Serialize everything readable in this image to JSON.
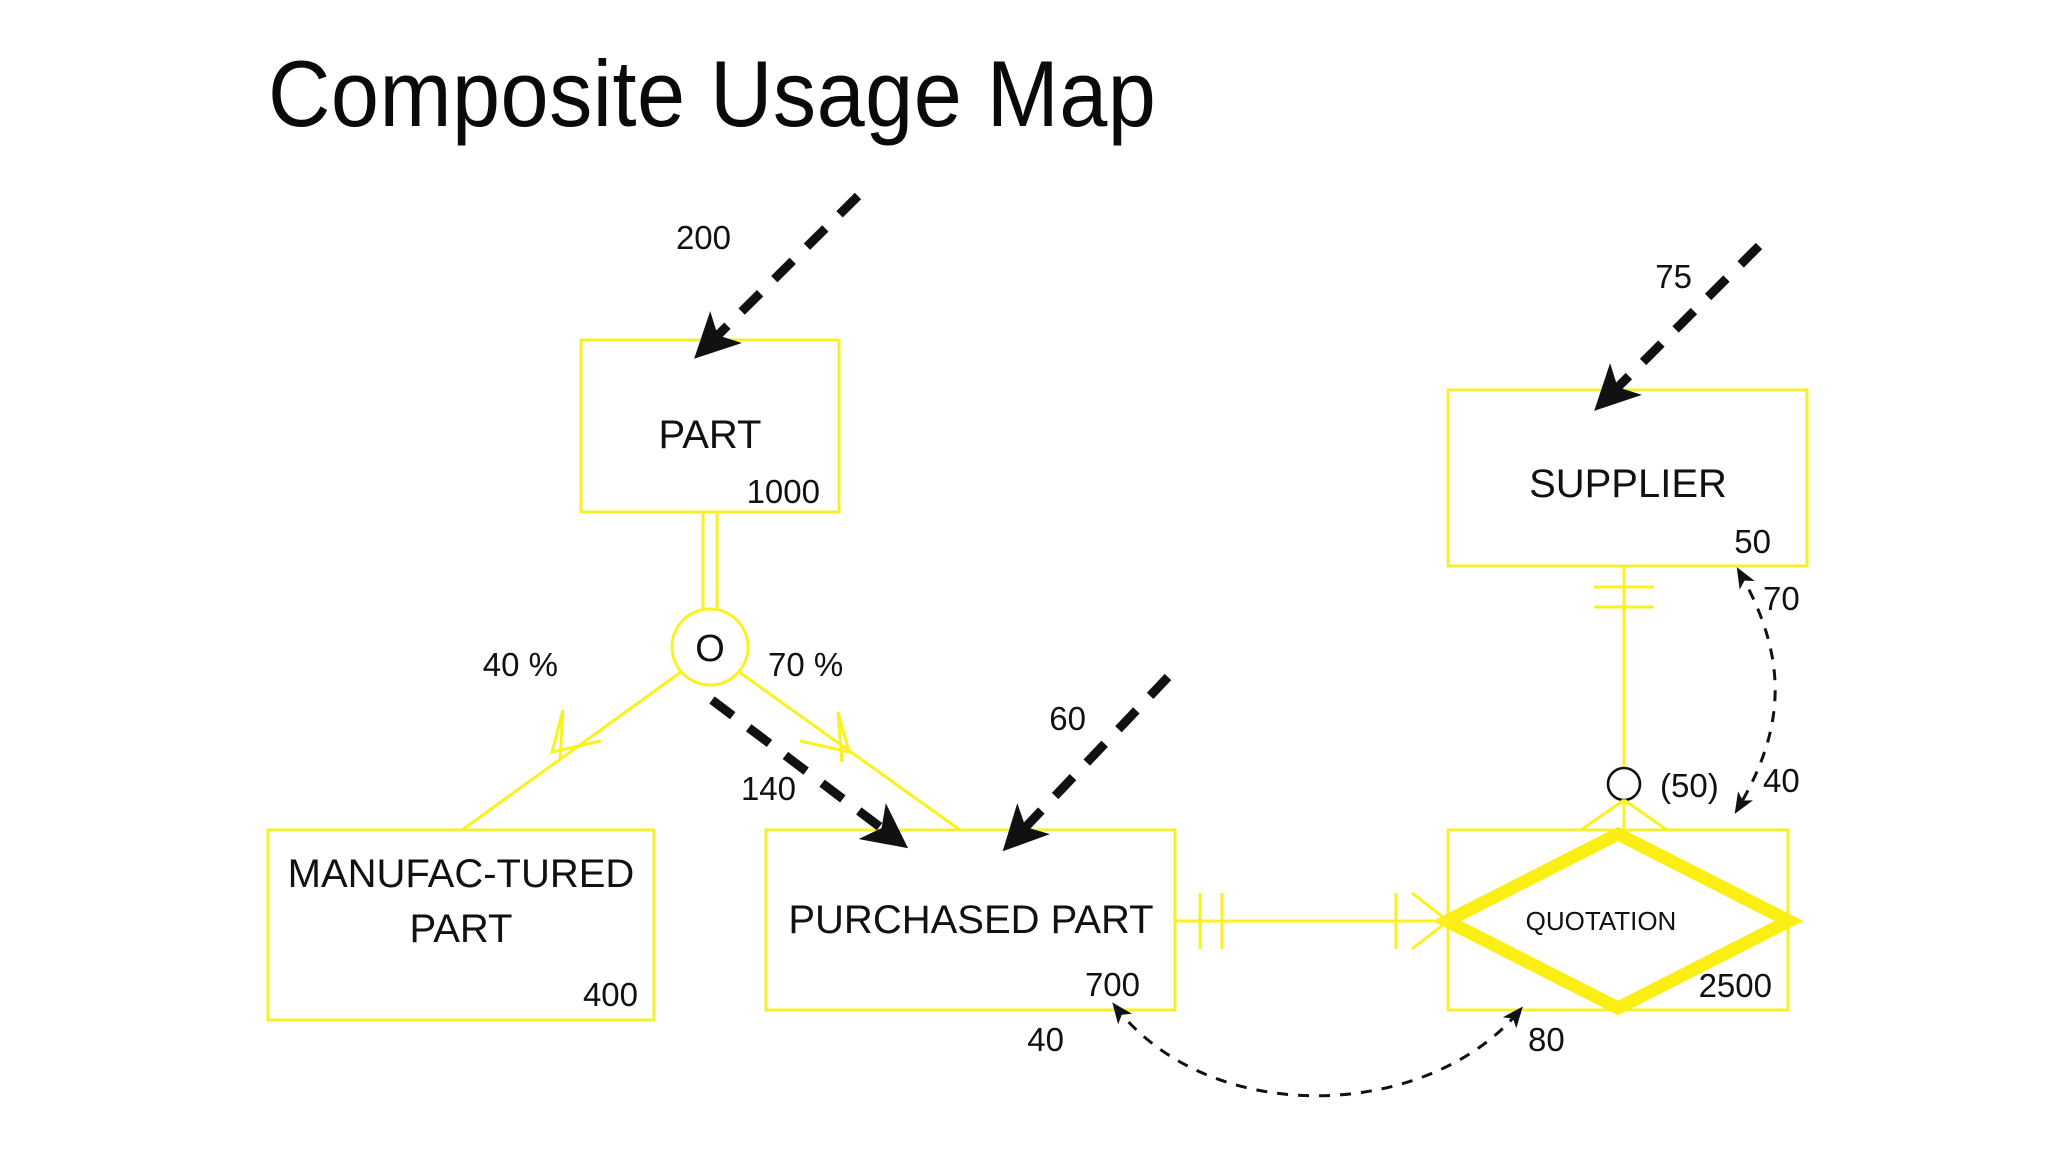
{
  "page": {
    "title": "Composite Usage Map",
    "background": "#ffffff",
    "entity_stroke": "#f5f02a",
    "relationship_stroke": "#fbee12",
    "annotation_color": "#111111"
  },
  "entities": [
    {
      "id": "part",
      "name": "PART",
      "count": "1000"
    },
    {
      "id": "manufactured",
      "name_line1": "MANUFAC-TURED",
      "name_line2": "PART",
      "count": "400"
    },
    {
      "id": "purchased",
      "name": "PURCHASED PART",
      "count": "700"
    },
    {
      "id": "supplier",
      "name": "SUPPLIER",
      "count": "50"
    }
  ],
  "relationships": [
    {
      "id": "quotation",
      "name": "QUOTATION",
      "count": "2500"
    }
  ],
  "subtype_symbol": {
    "letter": "O",
    "left_percent": "40 %",
    "right_percent": "70 %"
  },
  "connector_labels": {
    "supplier_quotation_optional": "(50)"
  },
  "usage_paths": [
    {
      "id": "to-part",
      "label": "200",
      "style": "thick-dashed",
      "target": "PART"
    },
    {
      "id": "to-purchased-140",
      "label": "140",
      "style": "thick-dashed",
      "target": "PURCHASED PART"
    },
    {
      "id": "to-purchased-60",
      "label": "60",
      "style": "thick-dashed",
      "target": "PURCHASED PART"
    },
    {
      "id": "to-supplier-75",
      "label": "75",
      "style": "thick-dashed",
      "target": "SUPPLIER"
    },
    {
      "id": "supplier-quotation-up",
      "label": "70",
      "style": "thin-dashed",
      "target": "SUPPLIER"
    },
    {
      "id": "supplier-quotation-down",
      "label": "40",
      "style": "thin-dashed",
      "target": "QUOTATION"
    },
    {
      "id": "purchased-quotation-left",
      "label": "40",
      "style": "thin-dashed",
      "target": "PURCHASED PART"
    },
    {
      "id": "purchased-quotation-right",
      "label": "80",
      "style": "thin-dashed",
      "target": "QUOTATION"
    }
  ]
}
